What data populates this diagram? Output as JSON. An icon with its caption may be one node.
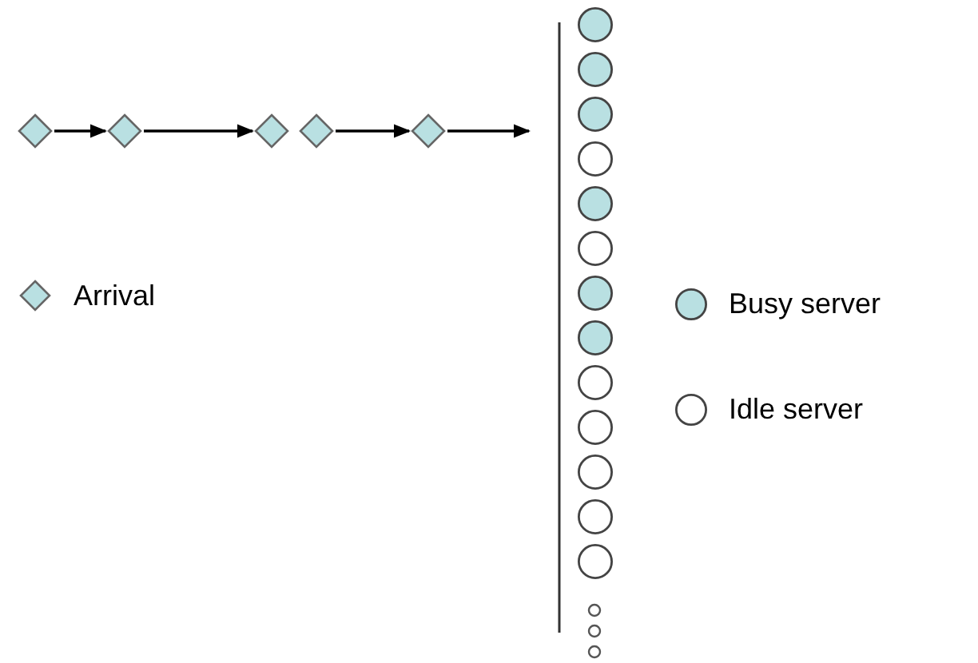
{
  "diagram": {
    "nodes": [
      {
        "text": [],
        "shape": "diamond"
      },
      {
        "text": [],
        "shape": "diamond"
      },
      {
        "text": [],
        "shape": "diamond"
      },
      {
        "text": [],
        "shape": "diamond"
      },
      {
        "text": [],
        "shape": "diamond"
      },
      {
        "text": [],
        "shape": "circle"
      },
      {
        "text": [],
        "shape": "circle"
      },
      {
        "text": [],
        "shape": "circle"
      },
      {
        "text": [],
        "shape": "circle"
      },
      {
        "text": [],
        "shape": "circle"
      },
      {
        "text": [],
        "shape": "circle"
      },
      {
        "text": [],
        "shape": "circle"
      },
      {
        "text": [],
        "shape": "circle"
      },
      {
        "text": [],
        "shape": "circle"
      },
      {
        "text": [],
        "shape": "circle"
      },
      {
        "text": [],
        "shape": "circle"
      },
      {
        "text": [],
        "shape": "circle"
      },
      {
        "text": [],
        "shape": "circle"
      }
    ],
    "edges": [
      {
        "from": 0,
        "to": 1,
        "arrow": "to"
      },
      {
        "from": 1,
        "to": 2,
        "arrow": "to"
      },
      {
        "from": 3,
        "to": 4,
        "arrow": "to"
      },
      {
        "from": 4,
        "to": null,
        "arrow": "to"
      }
    ],
    "legend": [
      {
        "text": "Arrival"
      },
      {
        "text": "Busy server"
      },
      {
        "text": "Idle server"
      }
    ]
  }
}
